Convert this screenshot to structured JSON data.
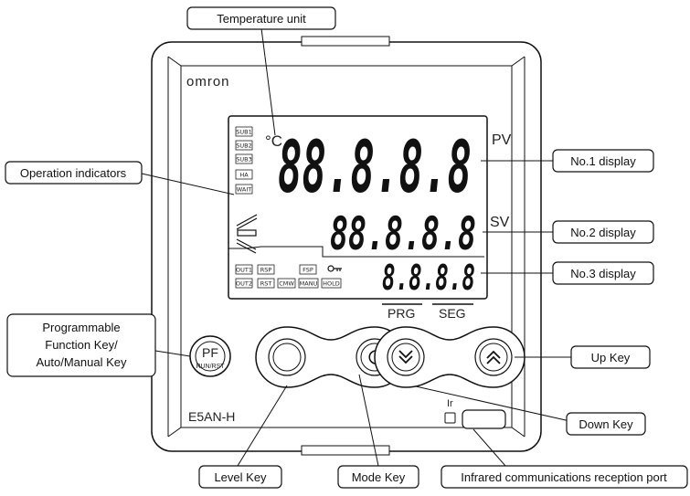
{
  "title": "",
  "device": {
    "brand": "omron",
    "model": "E5AN-H",
    "pv_tag": "PV",
    "sv_tag": "SV",
    "prg_tag": "PRG",
    "seg_tag": "SEG",
    "unit_symbol": "°C",
    "ir_tag": "Ir",
    "pf_key_main": "PF",
    "pf_key_sub": "RUN/RST",
    "display1": "88.8.8.8",
    "display2": "88.8.8.8",
    "display3": "8.8.8.8"
  },
  "indicators": {
    "left_stack": [
      "SUB1",
      "SUB2",
      "SUB3",
      "HA",
      "WAIT"
    ],
    "bottom_row1": [
      "OUT1",
      "RSP",
      "FSP"
    ],
    "bottom_row2": [
      "OUT2",
      "RST",
      "CMW",
      "MANU",
      "HOLD"
    ]
  },
  "callouts": {
    "temperature_unit": "Temperature unit",
    "operation_indicators": "Operation indicators",
    "no1_display": "No.1 display",
    "no2_display": "No.2 display",
    "no3_display": "No.3 display",
    "pf_line1": "Programmable",
    "pf_line2": "Function Key/",
    "pf_line3": "Auto/Manual Key",
    "up_key": "Up Key",
    "down_key": "Down Key",
    "level_key": "Level Key",
    "mode_key": "Mode Key",
    "ir_port": "Infrared communications reception port"
  }
}
